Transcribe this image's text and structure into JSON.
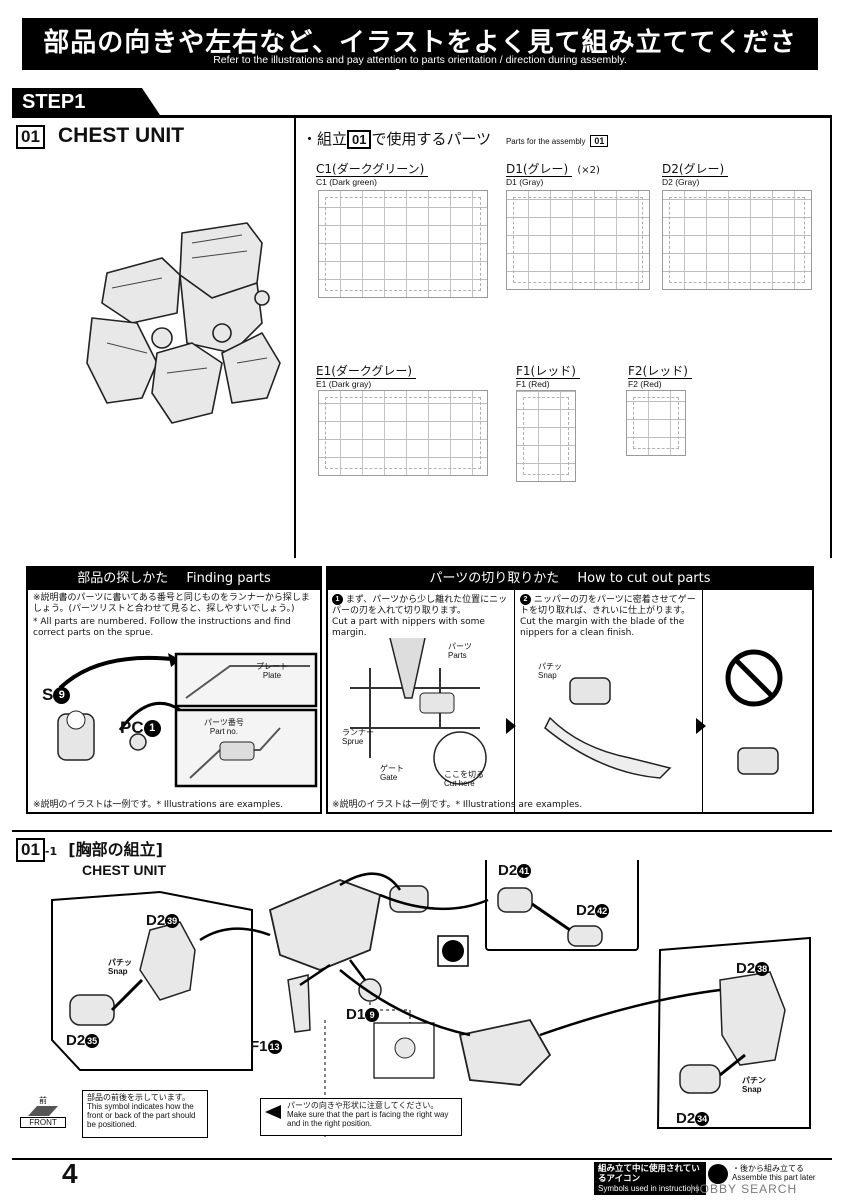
{
  "header": {
    "jp": "部品の向きや左右など、イラストをよく見て組み立ててください。",
    "en": "Refer to the illustrations and pay attention to parts orientation / direction during assembly."
  },
  "step": {
    "label": "STEP1"
  },
  "section01": {
    "number": "01",
    "title": "CHEST UNIT",
    "parts_heading_jp_prefix": "・組立",
    "parts_heading_num": "01",
    "parts_heading_jp_suffix": "で使用するパーツ",
    "parts_heading_en": "Parts for the assembly",
    "parts_heading_en_num": "01",
    "sprues": [
      {
        "id": "c1",
        "label": "C1(ダークグリーン)",
        "sub": "C1 (Dark green)",
        "extra": ""
      },
      {
        "id": "d1",
        "label": "D1(グレー)",
        "sub": "D1 (Gray)",
        "extra": "(×2)"
      },
      {
        "id": "d2",
        "label": "D2(グレー)",
        "sub": "D2 (Gray)",
        "extra": ""
      },
      {
        "id": "e1",
        "label": "E1(ダークグレー)",
        "sub": "E1 (Dark gray)",
        "extra": ""
      },
      {
        "id": "f1",
        "label": "F1(レッド)",
        "sub": "F1 (Red)",
        "extra": ""
      },
      {
        "id": "f2",
        "label": "F2(レッド)",
        "sub": "F2 (Red)",
        "extra": ""
      }
    ]
  },
  "finding": {
    "title_jp": "部品の探しかた",
    "title_en": "Finding parts",
    "text_jp": "※説明書のパーツに書いてある番号と同じものをランナーから探しましょう。(パーツリストと合わせて見ると、探しやすいでしょう。)",
    "text_en": "* All parts are numbered. Follow the instructions and find correct parts on the sprue.",
    "label_s": "S",
    "label_s_num": "9",
    "label_pc": "PC",
    "label_pc_num": "1",
    "plate_jp": "プレート",
    "plate_en": "Plate",
    "partno_jp": "パーツ番号",
    "partno_en": "Part no.",
    "footnote": "※説明のイラストは一例です。* Illustrations are examples."
  },
  "cutting": {
    "title_jp": "パーツの切り取りかた",
    "title_en": "How to cut out parts",
    "step1_jp": "まず、パーツから少し離れた位置にニッパーの刃を入れて切り取ります。",
    "step1_en": "Cut a part with nippers with some margin.",
    "step1_num": "1",
    "step2_jp": "ニッパーの刃をパーツに密着させてゲートを切り取れば、きれいに仕上がります。",
    "step2_en": "Cut the margin with the blade of the nippers for a clean finish.",
    "step2_num": "2",
    "parts_jp": "パーツ",
    "parts_en": "Parts",
    "runner_jp": "ランナー",
    "runner_en": "Sprue",
    "gate_jp": "ゲート",
    "gate_en": "Gate",
    "cut_jp": "ここを切る",
    "cut_en": "Cut here",
    "snap_jp": "パチッ",
    "snap_en": "Snap",
    "footnote": "※説明のイラストは一例です。* Illustrations are examples."
  },
  "section01_1": {
    "number": "01",
    "sub": "-1",
    "title_jp": "[胸部の組立]",
    "title_en": "CHEST UNIT",
    "labels": {
      "d2_39": "D2",
      "n39": "39",
      "d2_35": "D2",
      "n35": "35",
      "f1_13": "F1",
      "n13": "13",
      "d1_9": "D1",
      "n9": "9",
      "d2_41": "D2",
      "n41": "41",
      "d2_42": "D2",
      "n42": "42",
      "d2_38": "D2",
      "n38": "38",
      "d2_34": "D2",
      "n34": "34"
    },
    "snap1": "パチッ",
    "snap1_en": "Snap",
    "snap2": "パチン",
    "snap2_en": "Snap",
    "front_note_jp": "部品の前後を示しています。",
    "front_note_en": "This symbol indicates how the front or back of the part should be positioned.",
    "front_icon_jp": "前",
    "front_icon_en": "FRONT",
    "orient_note_jp": "パーツの向きや形状に注意してください。",
    "orient_note_en": "Make sure that the part is facing the right way and in the right position."
  },
  "footer": {
    "page": "4",
    "symbols_jp": "組み立て中に使用されているアイコン",
    "symbols_en": "Symbols used in instructions",
    "later_jp": "・後から組み立てる",
    "later_en": "Assemble this part later",
    "watermark": "HOBBY SEARCH"
  }
}
